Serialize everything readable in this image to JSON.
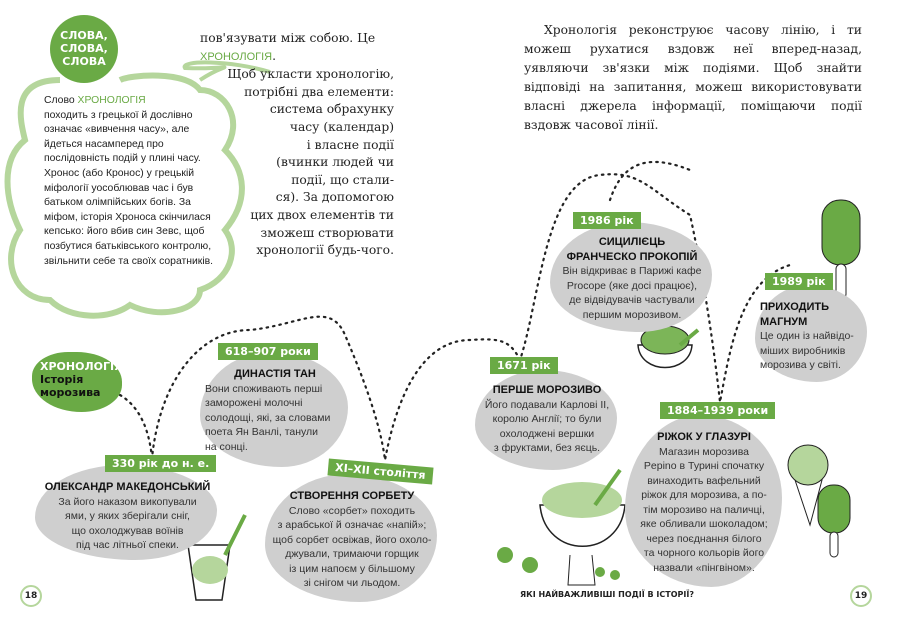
{
  "sidebar": {
    "badge": "СЛОВА,\nСЛОВА,\nСЛОВА",
    "intro": "Слово ",
    "term": "ХРОНОЛОГІЯ",
    "text": "походить з грецької й дослівно означає «вивчення часу», але йдеться насамперед про послідовність подій у плині часу. Хронос (або Кронос) у грецькій міфології уособлював час і був батьком олімпійських богів. За міфом, історія Хроноса скінчилася кепсько: його вбив син Зевс, щоб позбутися батьківського контролю, звільнити себе та своїх соратників."
  },
  "middle": {
    "line1": "пов'язувати між собою. Це",
    "term": "ХРОНОЛОГІЯ",
    "dot": ".",
    "para": "Щоб укласти хронологію,\nпотрібні два елементи:\nсистема обрахунку\nчасу (календар)\nі власне події\n(вчинки людей чи\nподії, що стали-\nся). За допомогою\nцих двох елементів ти\nзможеш створювати\nхронології будь-чого."
  },
  "right": {
    "para": "Хронологія реконструює часову лінію, і ти можеш рухатися вздовж неї вперед-назад, уявляючи зв'язки між подіями. Щоб знайти відповіді на запитання, можеш використовувати власні джерела інформації, поміщаючи події вздовж часової лінії."
  },
  "chronology": {
    "term": "ХРОНОЛОГІЯ",
    "title": "Історія\nморозива"
  },
  "events": [
    {
      "date": "330 рік до н. е.",
      "title": "ОЛЕКСАНДР МАКЕДОНСЬКИЙ",
      "text": "За його наказом викопували\nями, у яких зберігали сніг,\nщо охолоджував воїнів\nпід час літньої спеки."
    },
    {
      "date": "618–907 роки",
      "title": "ДИНАСТІЯ ТАН",
      "text": "Вони споживають перші\nзаморожені молочні\nсолодощі, які, за словами\nпоета Ян Ванлі, танули\nна сонці."
    },
    {
      "date": "XI–XII століття",
      "title": "СТВОРЕННЯ СОРБЕТУ",
      "text": "Слово «сорбет» походить\nз арабської й означає «напій»;\nщоб сорбет освіжав, його охоло-\nджували, тримаючи горщик\nіз цим напоєм у більшому\nзі снігом чи льодом."
    },
    {
      "date": "1671 рік",
      "title": "ПЕРШЕ МОРОЗИВО",
      "text": "Його подавали Карлові II,\nкоролю Англії; то були\nохолоджені вершки\nз фруктами, без яєць."
    },
    {
      "date": "1986 рік",
      "title": "СИЦИЛІЄЦЬ\nФРАНЧЕСКО ПРОКОПІЙ",
      "text": "Він відкриває в Парижі кафе\nProcope (яке досі працює),\nде відвідувачів частували\nпершим морозивом."
    },
    {
      "date": "1884–1939 роки",
      "title": "РІЖОК У ГЛАЗУРІ",
      "text": "Магазин морозива\nPepino в Турині спочатку\nвинаходить вафельний\nріжок для морозива, а по-\nтім морозиво на паличці,\nяке обливали шоколадом;\nчерез поєднання білого\nта чорного кольорів його\nназвали «пінгвіном»."
    },
    {
      "date": "1989 рік",
      "title": "ПРИХОДИТЬ\nМАГНУМ",
      "text": "Це один із найвідо-\nміших виробників\nморозива у світі."
    }
  ],
  "footer": {
    "question": "ЯКІ НАЙВАЖЛИВІШІ ПОДІЇ В ІСТОРІЇ?",
    "page_left": "18",
    "page_right": "19"
  },
  "colors": {
    "accent": "#6aaa45",
    "blob": "#cfcfcf"
  }
}
